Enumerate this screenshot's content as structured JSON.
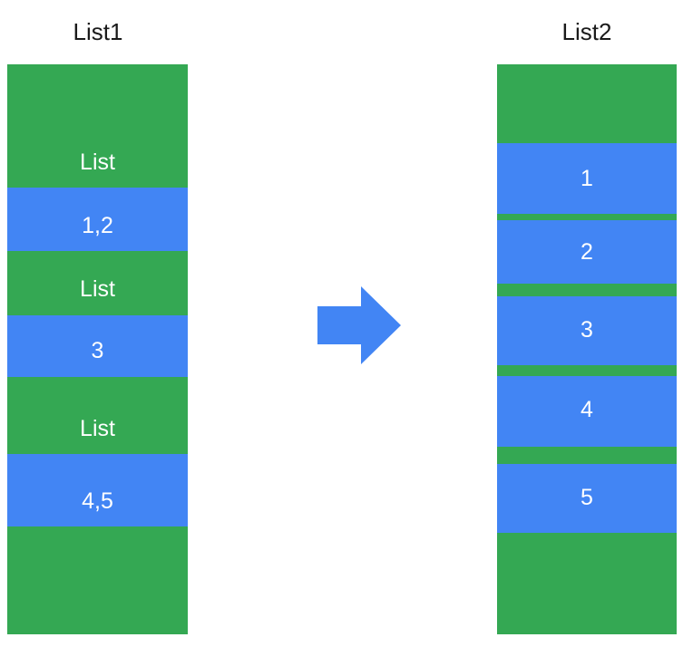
{
  "diagram": {
    "title_left": "List1",
    "title_right": "List2",
    "colors": {
      "green": "#34A853",
      "blue": "#4285F4",
      "label_text": "#FFFFFF",
      "title_text": "#1A1A1A",
      "background": "#FFFFFF",
      "arrow": "#4285F4"
    },
    "arrow": {
      "name": "right-arrow",
      "direction": "right"
    },
    "left_column": {
      "name": "List1",
      "bands": [
        {
          "color": "green",
          "label": ""
        },
        {
          "color": "green",
          "label": "List"
        },
        {
          "color": "blue",
          "label": "1,2"
        },
        {
          "color": "green",
          "label": ""
        },
        {
          "color": "green",
          "label": "List"
        },
        {
          "color": "blue",
          "label": "3"
        },
        {
          "color": "green",
          "label": ""
        },
        {
          "color": "green",
          "label": "List"
        },
        {
          "color": "blue",
          "label": "4,5"
        },
        {
          "color": "green",
          "label": ""
        }
      ],
      "labels": [
        "List",
        "1,2",
        "List",
        "3",
        "List",
        "4,5"
      ]
    },
    "right_column": {
      "name": "List2",
      "bands": [
        {
          "color": "green",
          "label": ""
        },
        {
          "color": "blue",
          "label": "1"
        },
        {
          "color": "green",
          "label": ""
        },
        {
          "color": "blue",
          "label": "2"
        },
        {
          "color": "green",
          "label": ""
        },
        {
          "color": "blue",
          "label": "3"
        },
        {
          "color": "green",
          "label": ""
        },
        {
          "color": "blue",
          "label": "4"
        },
        {
          "color": "green",
          "label": ""
        },
        {
          "color": "blue",
          "label": "5"
        },
        {
          "color": "green",
          "label": ""
        }
      ],
      "labels": [
        "1",
        "2",
        "3",
        "4",
        "5"
      ]
    }
  }
}
